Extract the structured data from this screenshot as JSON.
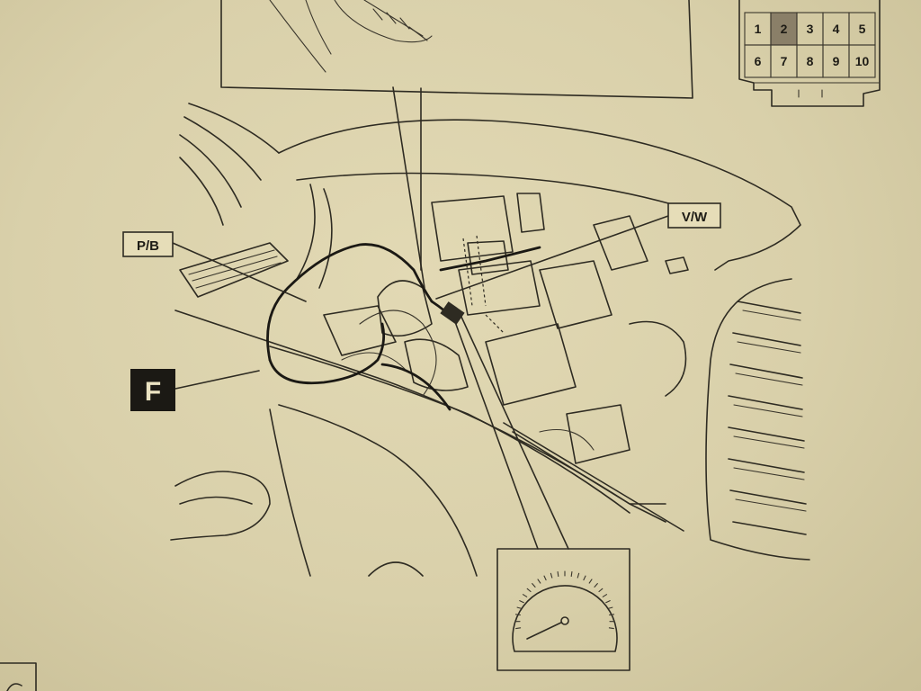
{
  "connector": {
    "pins_top": [
      "1",
      "2",
      "3",
      "4",
      "5"
    ],
    "pins_bottom": [
      "6",
      "7",
      "8",
      "9",
      "10"
    ],
    "highlight_pin": "2",
    "highlight_color": "#8a7f68"
  },
  "labels": {
    "pb": "P/B",
    "vw": "V/W",
    "callout": "F"
  },
  "colors": {
    "paper": "#ddd4ae",
    "ink": "#2e2b22",
    "callout_bg": "#1b1914"
  }
}
